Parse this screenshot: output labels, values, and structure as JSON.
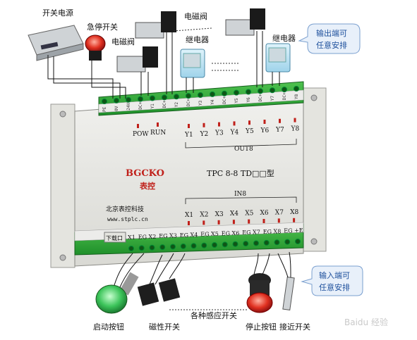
{
  "labels": {
    "power_supply": "开关电源",
    "estop": "急停开关",
    "solenoid_1": "电磁阀",
    "solenoid_2": "电磁阀",
    "relay_1": "继电器",
    "relay_2": "继电器",
    "start_button": "启动按钮",
    "magnetic_switch": "磁性开关",
    "sensor_switches": "各种感应开关",
    "stop_button": "停止按钮",
    "proximity_switch": "接近开关"
  },
  "callouts": {
    "output": [
      "输出端可",
      "任意安排"
    ],
    "input": [
      "输入端可",
      "任意安排"
    ]
  },
  "module": {
    "brand": "BGCKO",
    "brand_cn": "表控",
    "model": "TPC 8-8 TD□□型",
    "company": "北京表控科技",
    "website": "www.stplc.cn",
    "pow": "POW",
    "run": "RUN",
    "outputs_group": "OUT8",
    "inputs_group": "IN8",
    "download_port": "下载口",
    "top_terminals": [
      "PE",
      "0V",
      "24V",
      "DC+",
      "Y1",
      "DC+",
      "Y2",
      "DC+",
      "Y3",
      "Y4",
      "DC+",
      "Y5",
      "Y6",
      "DC+",
      "Y7",
      "DC+",
      "Y8"
    ],
    "outputs": [
      "Y1",
      "Y2",
      "Y3",
      "Y4",
      "Y5",
      "Y6",
      "Y7",
      "Y8"
    ],
    "inputs": [
      "X1",
      "X2",
      "X3",
      "X4",
      "X5",
      "X6",
      "X7",
      "X8"
    ],
    "bottom_terminals": [
      "X1",
      "EG",
      "X2",
      "EG",
      "X3",
      "EG",
      "X4",
      "EG",
      "X5",
      "EG",
      "X6",
      "EG",
      "X7",
      "EG",
      "X8",
      "EG",
      "+E"
    ]
  },
  "watermark": "Baidu 经验"
}
